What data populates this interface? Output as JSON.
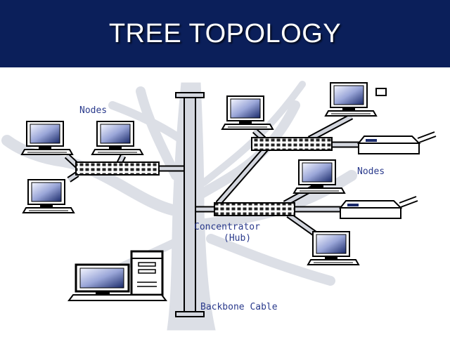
{
  "slide": {
    "title": "TREE TOPOLOGY"
  },
  "diagram": {
    "labels": {
      "nodes_left": "Nodes",
      "nodes_right": "Nodes",
      "concentrator": "Concentrator",
      "hub": "(Hub)",
      "backbone": "Backbone Cable"
    },
    "colors": {
      "title_bar": "#0b1f5a",
      "title_text": "#ffffff",
      "label_text": "#2a3a8c",
      "tree_silhouette": "#dcdfe6",
      "cable": "#d3d6de",
      "device_outline": "#000000"
    }
  }
}
